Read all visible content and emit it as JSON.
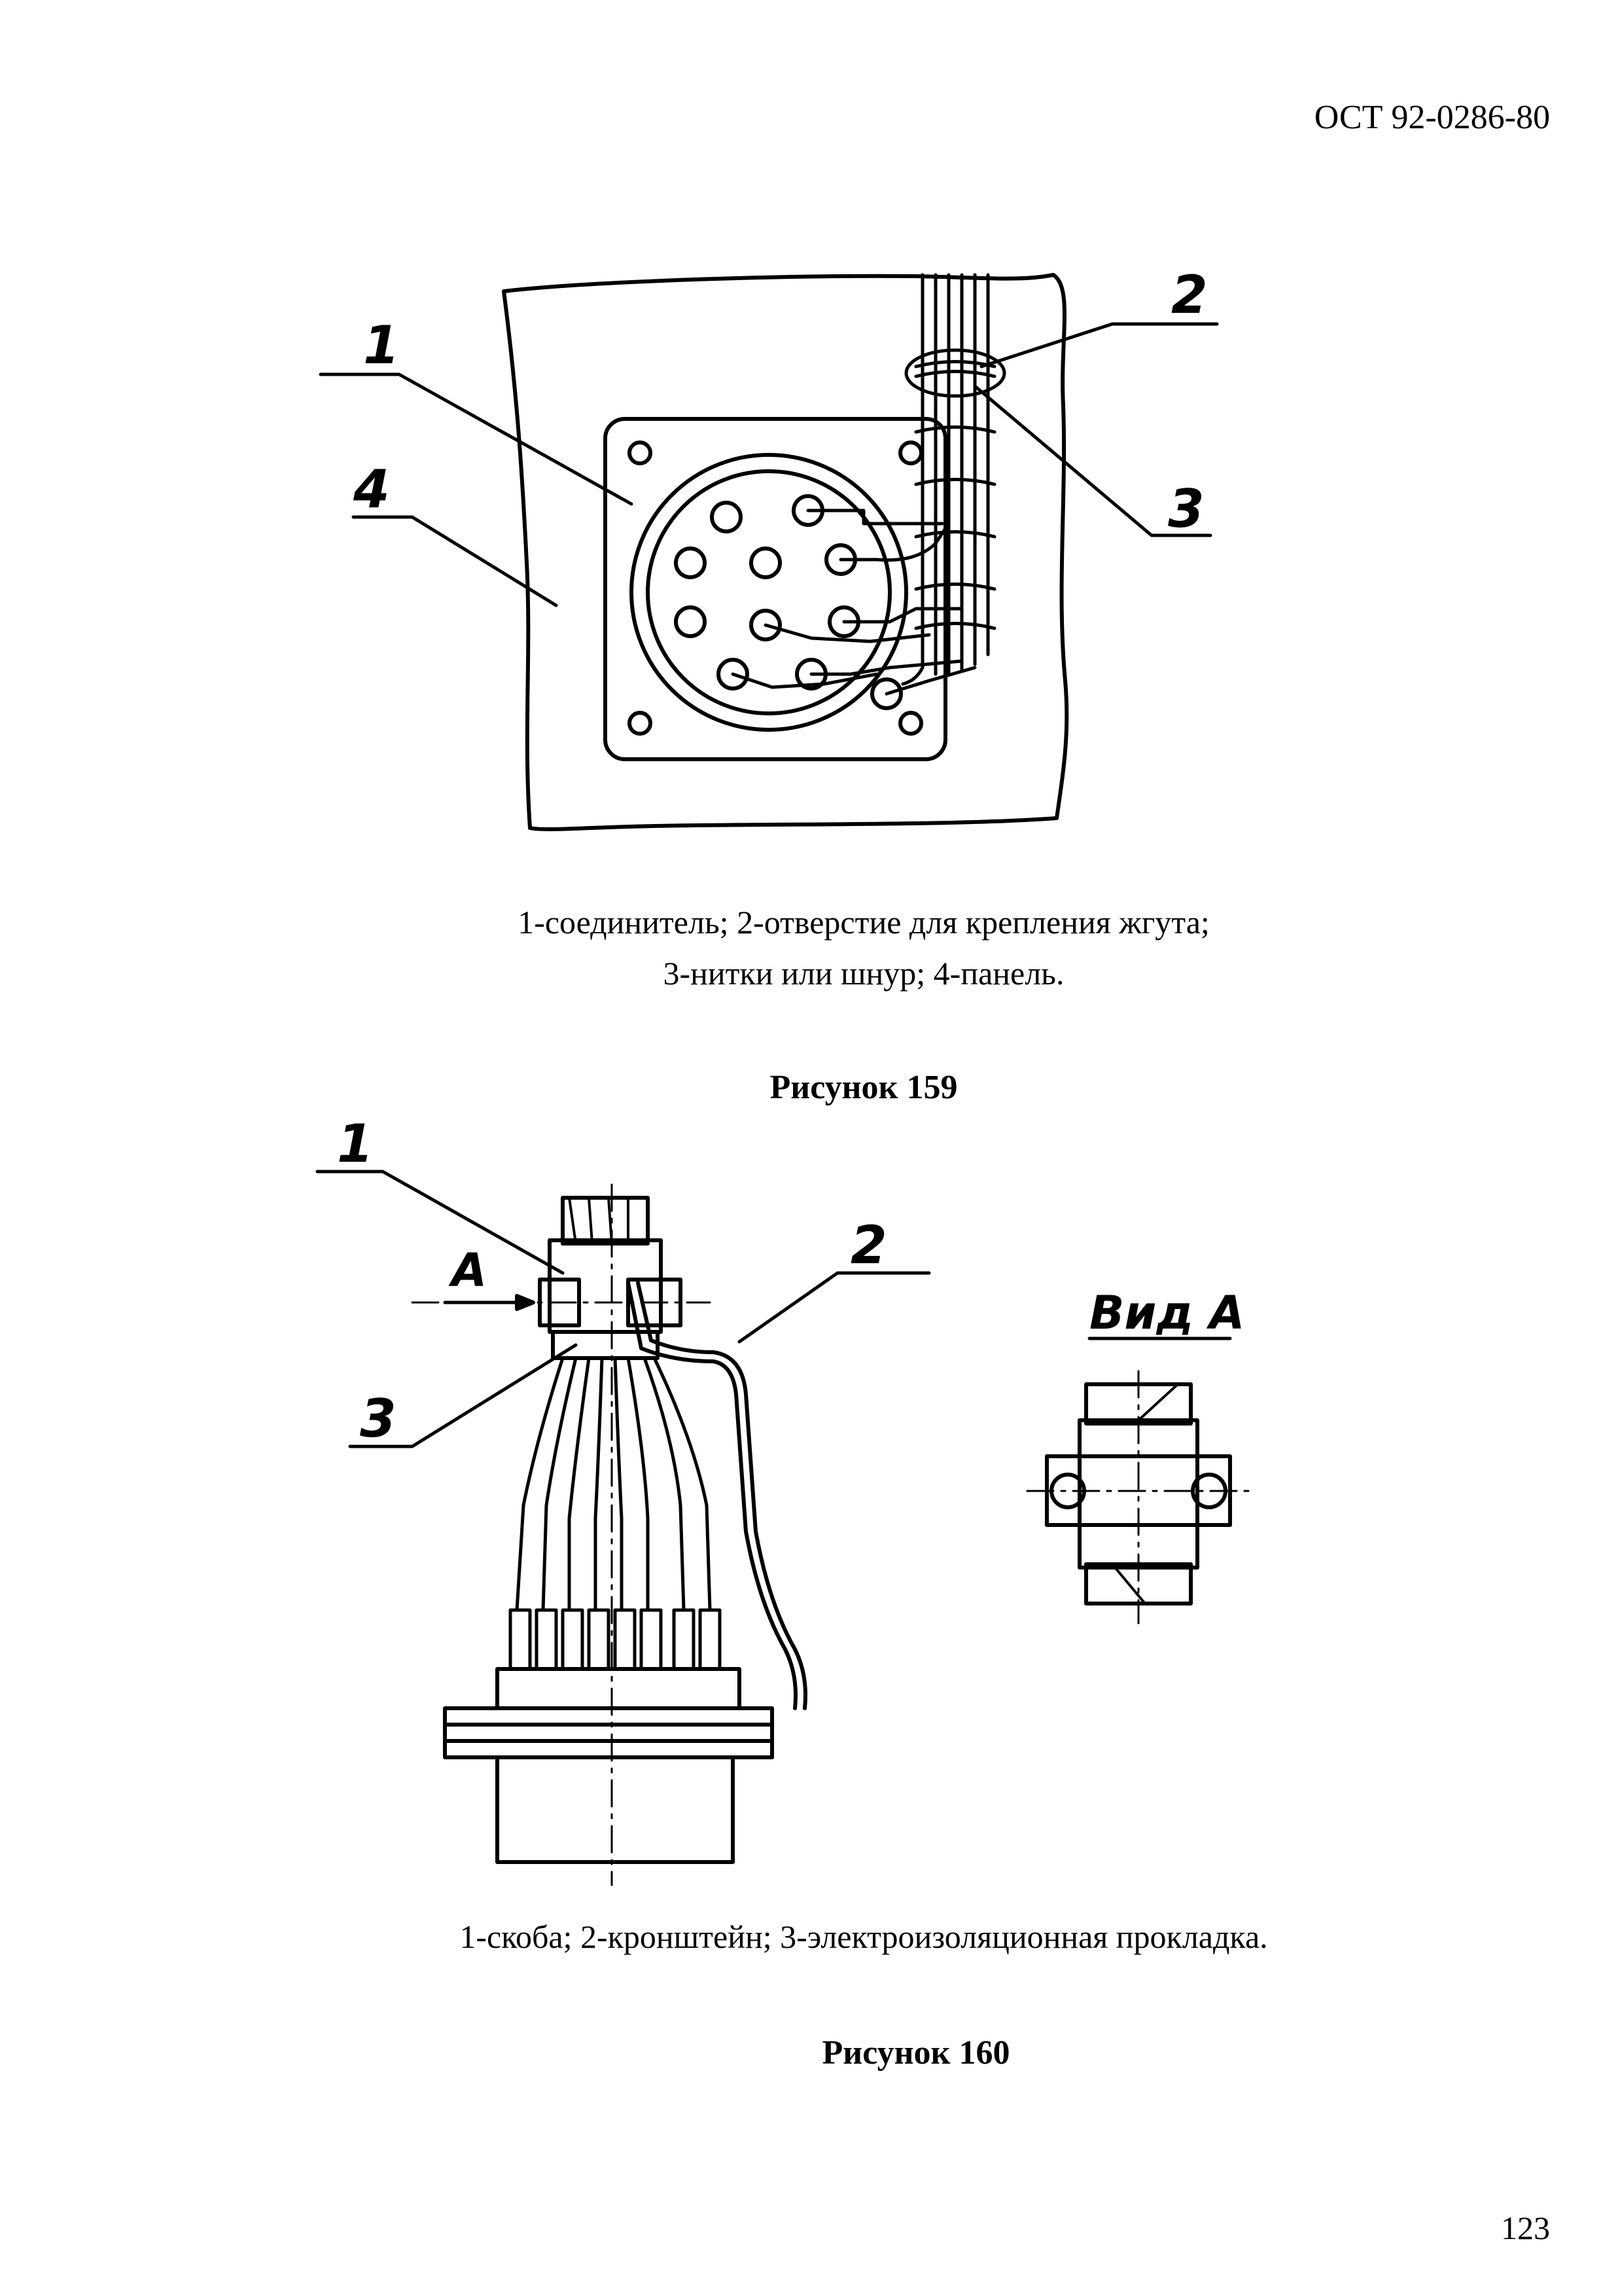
{
  "header": {
    "doc_code": "ОСТ 92-0286-80"
  },
  "figure159": {
    "callouts": [
      "1",
      "2",
      "3",
      "4"
    ],
    "caption_line1": "1-соединитель; 2-отверстие для крепления жгута;",
    "caption_line2": "3-нитки или шнур; 4-панель.",
    "title": "Рисунок 159"
  },
  "figure160": {
    "callouts": [
      "1",
      "2",
      "3"
    ],
    "arrow_label": "А",
    "view_label": "Вид А",
    "caption": "1-скоба; 2-кронштейн; 3-электроизоляционная прокладка.",
    "title": "Рисунок 160"
  },
  "footer": {
    "page_number": "123"
  }
}
